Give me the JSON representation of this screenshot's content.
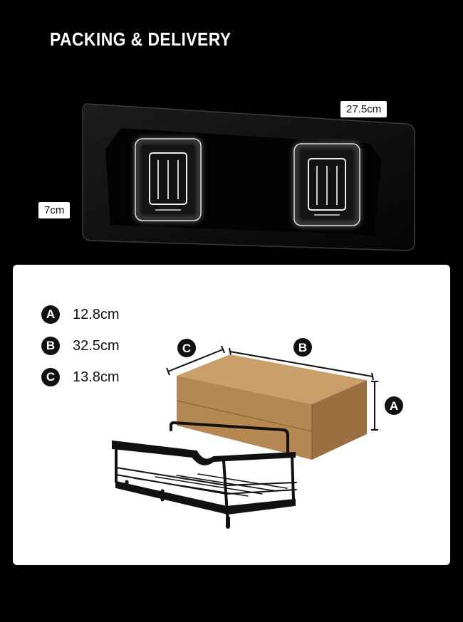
{
  "page": {
    "title": "PACKING & DELIVERY"
  },
  "mount_plate": {
    "width_label": "27.5cm",
    "height_label": "7cm"
  },
  "package": {
    "legend": [
      {
        "badge": "A",
        "value": "12.8cm"
      },
      {
        "badge": "B",
        "value": "32.5cm"
      },
      {
        "badge": "C",
        "value": "13.8cm"
      }
    ],
    "box_labels": {
      "a": "A",
      "b": "B",
      "c": "C"
    }
  },
  "colors": {
    "background": "#000000",
    "card": "#ffffff",
    "box": "#b8905a",
    "rack": "#111111"
  }
}
